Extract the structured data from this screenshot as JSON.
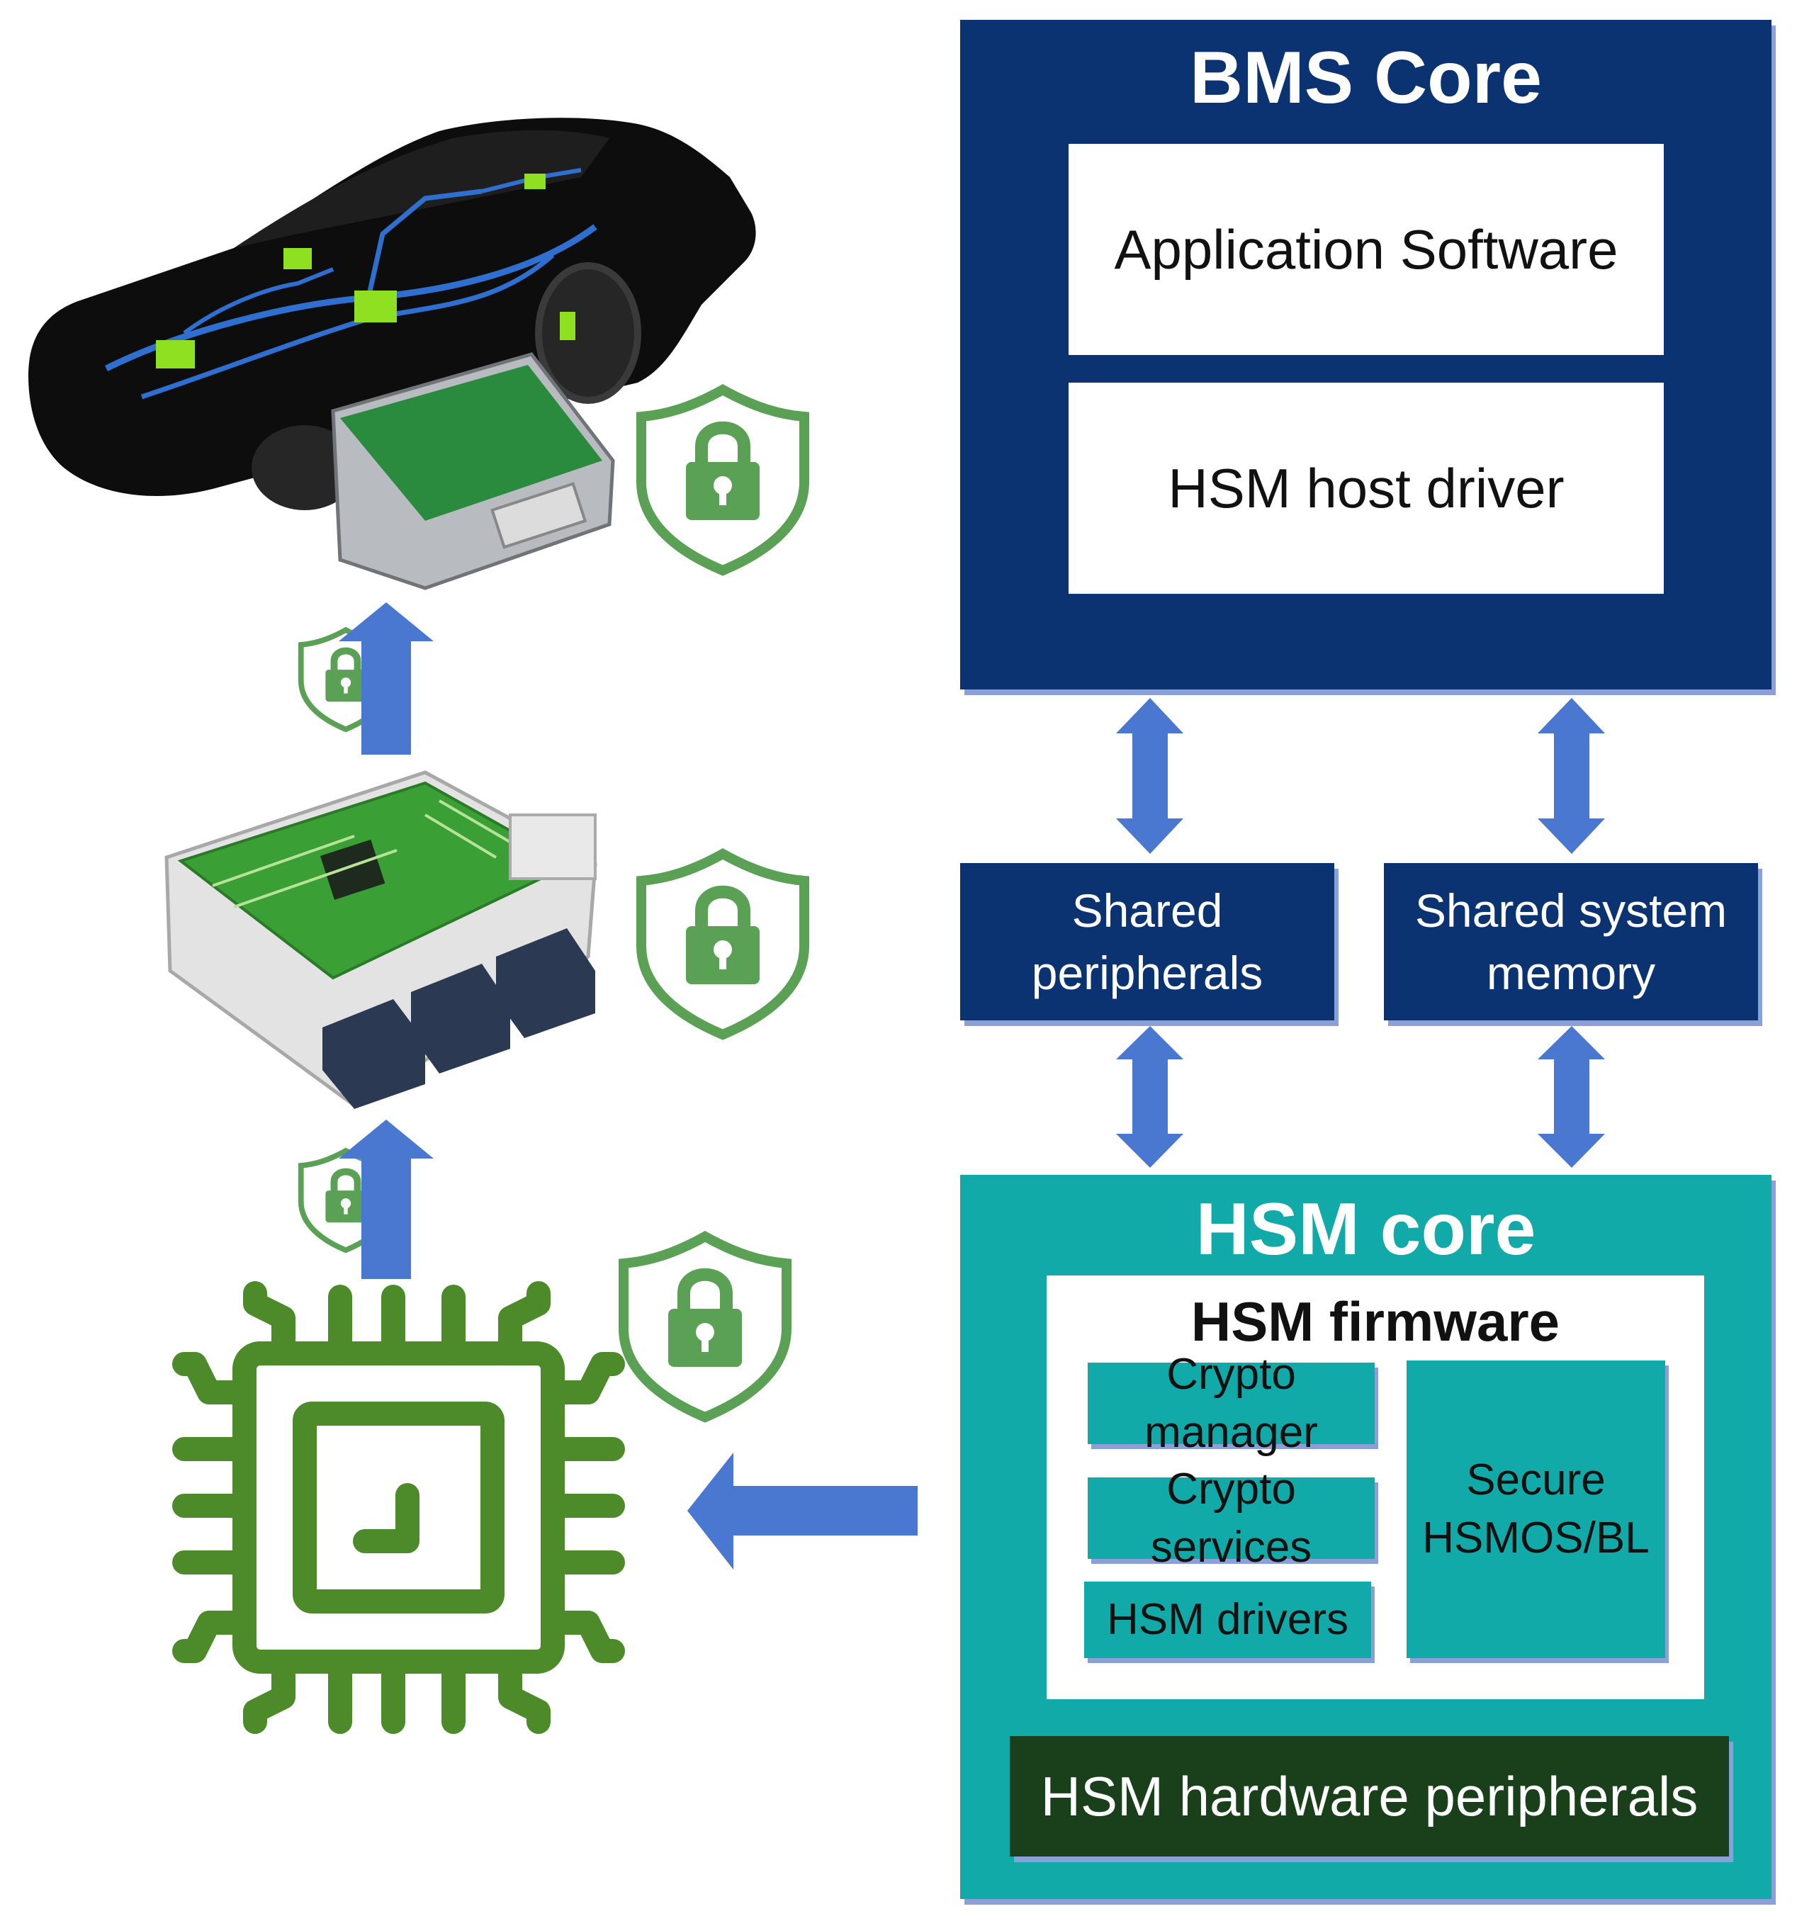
{
  "bms_core": {
    "title": "BMS Core",
    "application_software": "Application Software",
    "hsm_host_driver": "HSM host driver"
  },
  "shared": {
    "peripherals": "Shared peripherals",
    "system_memory_line1": "Shared system",
    "system_memory_line2": "memory"
  },
  "hsm_core": {
    "title": "HSM core",
    "firmware_title": "HSM firmware",
    "crypto_manager": "Crypto manager",
    "crypto_services": "Crypto services",
    "hsm_drivers": "HSM drivers",
    "secure_line1": "Secure",
    "secure_line2": "HSMOS/BL",
    "hardware_peripherals": "HSM hardware peripherals"
  },
  "illustrations": {
    "vehicle": "car-with-ecu-illustration",
    "ecu": "ecu-module-illustration",
    "chip": "chip-icon",
    "lock": "shield-lock-icon"
  },
  "colors": {
    "bms_navy": "#0b3271",
    "hsm_teal": "#11aaa9",
    "hw_dark_green": "#19401a",
    "arrow_blue": "#4a77cf",
    "shield_green": "#5aa155",
    "chip_green": "#4d8a2a"
  }
}
